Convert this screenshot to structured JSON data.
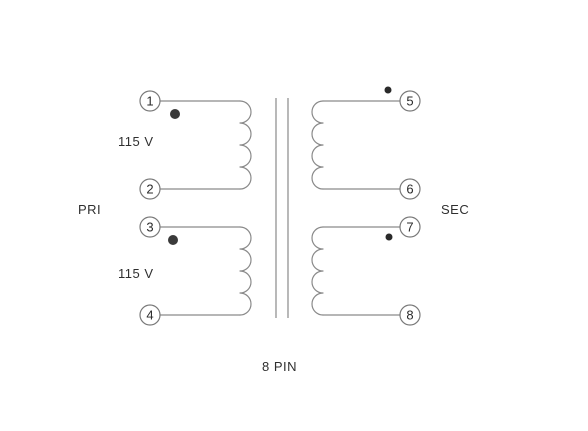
{
  "diagram": {
    "primary_label": "PRI",
    "secondary_label": "SEC",
    "voltage_top": "115 V",
    "voltage_bottom": "115 V",
    "package_label": "8 PIN",
    "pins": [
      "1",
      "2",
      "3",
      "4",
      "5",
      "6",
      "7",
      "8"
    ]
  }
}
